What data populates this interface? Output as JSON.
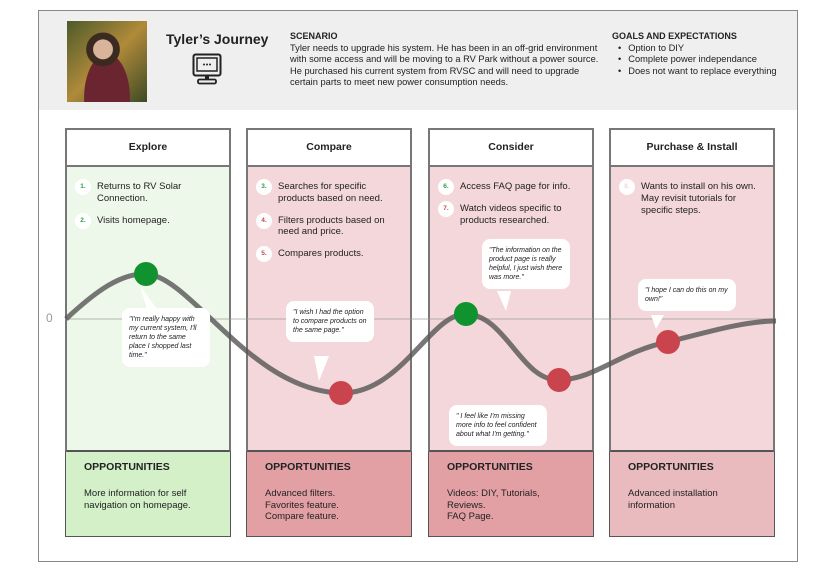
{
  "header": {
    "title": "Tyler’s Journey",
    "scenario_heading": "SCENARIO",
    "scenario_text": "Tyler needs to upgrade his system. He has been in an off-grid environment with some access and will be moving to a RV Park without a power source. He purchased his current system from RVSC and will need to upgrade certain parts to meet new power consumption needs.",
    "goals_heading": "GOALS AND EXPECTATIONS",
    "goals": [
      "Option to DIY",
      "Complete power independance",
      "Does not want to replace everything"
    ]
  },
  "axis_zero": "0",
  "colors": {
    "positive": "#10922e",
    "negative": "#c9444c",
    "explore_bg": "#eef8ea",
    "other_bg": "#f3d7da"
  },
  "stages": [
    {
      "title": "Explore",
      "steps": [
        {
          "n": "1.",
          "text": "Returns to RV Solar Connection."
        },
        {
          "n": "2.",
          "text": "Visits homepage."
        }
      ],
      "opp_heading": "OPPORTUNITIES",
      "opp_text": [
        "More information for self navigation on homepage."
      ]
    },
    {
      "title": "Compare",
      "steps": [
        {
          "n": "3.",
          "text": "Searches for specific products based on need."
        },
        {
          "n": "4.",
          "text": "Filters products based on need and price."
        },
        {
          "n": "5.",
          "text": "Compares products."
        }
      ],
      "opp_heading": "OPPORTUNITIES",
      "opp_text": [
        "Advanced filters.",
        "Favorites feature.",
        "Compare feature."
      ]
    },
    {
      "title": "Consider",
      "steps": [
        {
          "n": "6.",
          "text": "Access FAQ page for info."
        },
        {
          "n": "7.",
          "text": "Watch videos specific to products researched."
        }
      ],
      "opp_heading": "OPPORTUNITIES",
      "opp_text": [
        "Videos: DIY, Tutorials, Reviews.",
        "FAQ Page."
      ]
    },
    {
      "title": "Purchase & Install",
      "steps": [
        {
          "n": "8.",
          "text": "Wants to install on his own. May revisit tutorials for specific steps."
        }
      ],
      "opp_heading": "OPPORTUNITIES",
      "opp_text": [
        "Advanced installation information"
      ]
    }
  ],
  "quotes": [
    "\"I'm really happy with my current system, I'll return to the same place I shopped last time.\"",
    "\"I wish I had the option to compare products on the same page.\"",
    "\"The information on the product page is really helpful, I just wish there was more.\"",
    "\" I feel like I'm missing more info to feel confident about what I'm getting.\"",
    "\"I hope I can do this on my own!\""
  ]
}
